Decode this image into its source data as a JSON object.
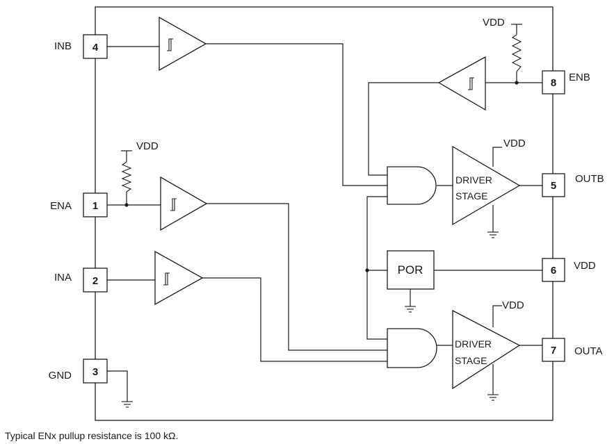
{
  "pins": [
    {
      "number": "4",
      "label": "INB"
    },
    {
      "number": "1",
      "label": "ENA"
    },
    {
      "number": "2",
      "label": "INA"
    },
    {
      "number": "3",
      "label": "GND"
    },
    {
      "number": "8",
      "label": "ENB"
    },
    {
      "number": "5",
      "label": "OUTB"
    },
    {
      "number": "6",
      "label": "VDD"
    },
    {
      "number": "7",
      "label": "OUTA"
    }
  ],
  "supply_labels": {
    "enb_pullup": "VDD",
    "ena_pullup": "VDD",
    "driver_b": "VDD",
    "driver_a": "VDD"
  },
  "blocks": {
    "driver_b": {
      "line1": "DRIVER",
      "line2": "STAGE"
    },
    "driver_a": {
      "line1": "DRIVER",
      "line2": "STAGE"
    },
    "por": "POR"
  },
  "footnote": "Typical ENx pullup resistance is 100 kΩ."
}
